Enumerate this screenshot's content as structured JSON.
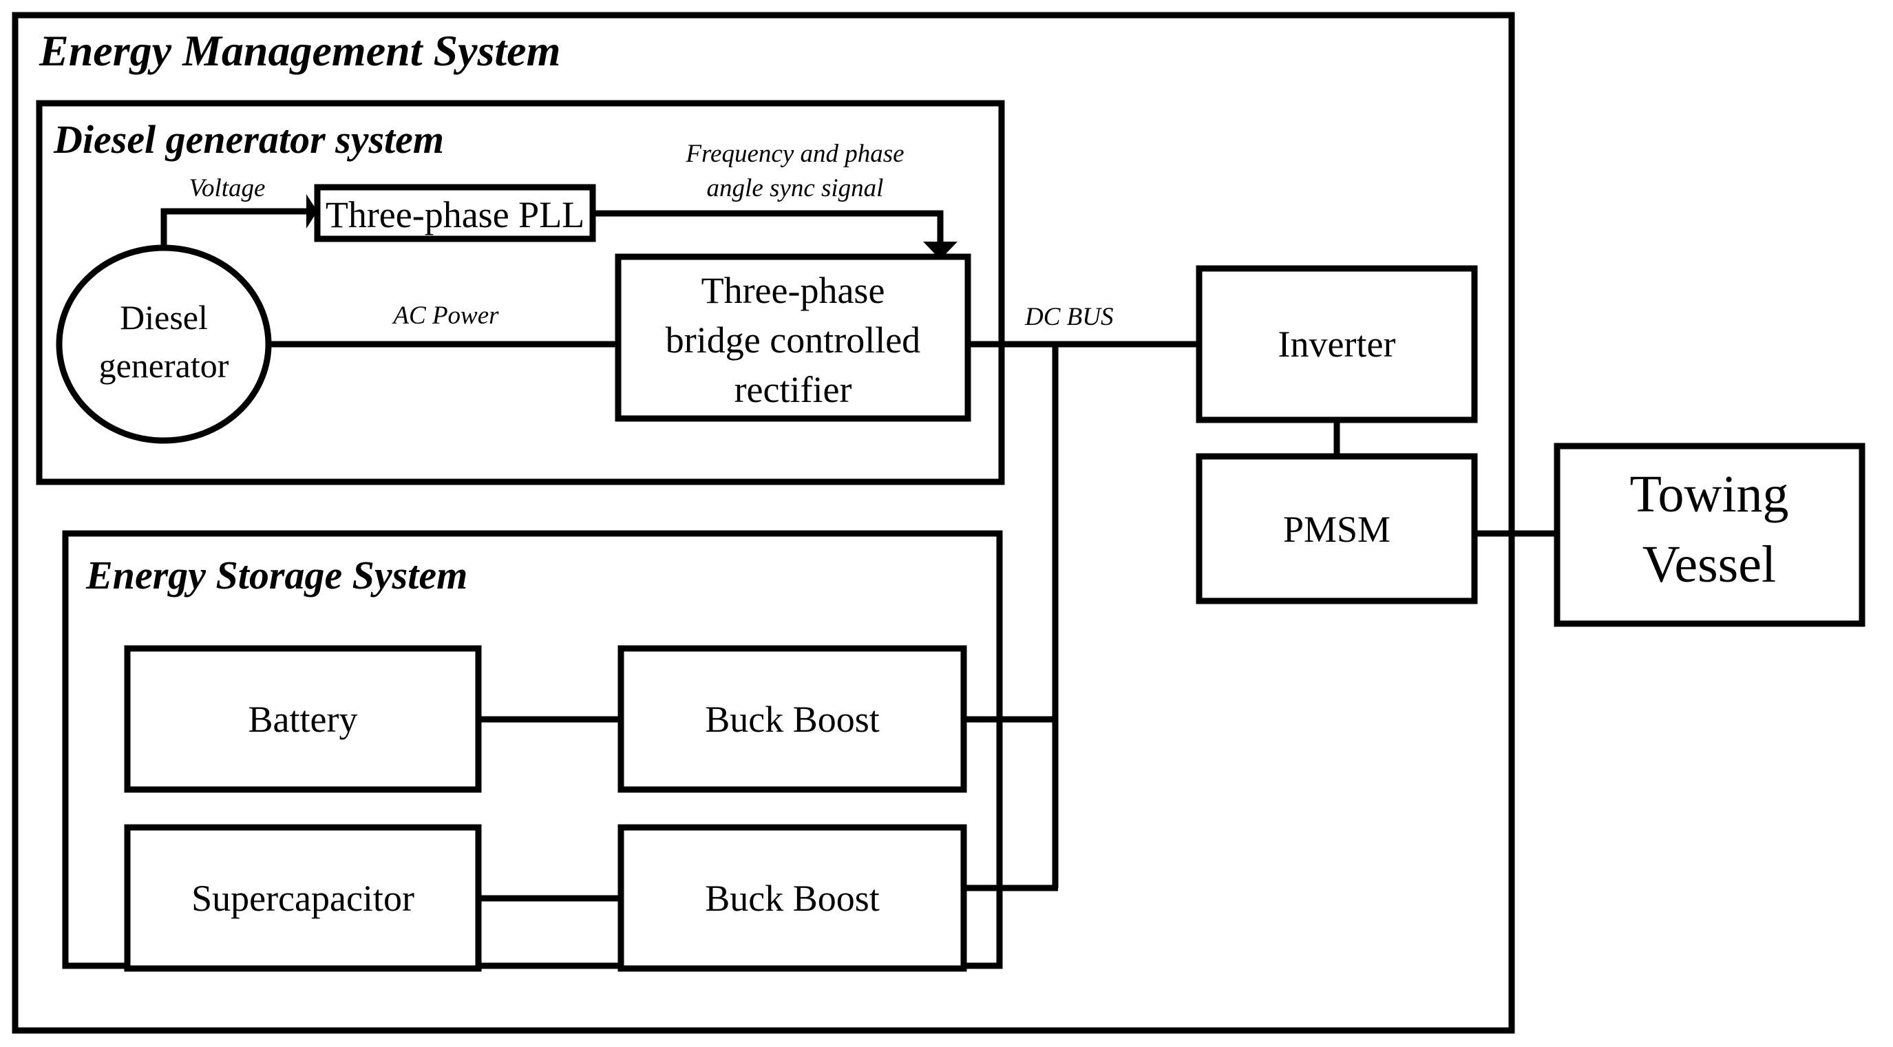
{
  "diagram": {
    "title": "Energy Management System",
    "groups": [
      {
        "id": "diesel-generator-system",
        "title": "Diesel generator system"
      },
      {
        "id": "energy-storage-system",
        "title": "Energy Storage System"
      }
    ],
    "nodes": {
      "diesel_generator_line1": "Diesel",
      "diesel_generator_line2": "generator",
      "three_phase_pll": "Three-phase PLL",
      "rectifier_line1": "Three-phase",
      "rectifier_line2": "bridge controlled",
      "rectifier_line3": "rectifier",
      "inverter": "Inverter",
      "pmsm": "PMSM",
      "towing_vessel_line1": "Towing",
      "towing_vessel_line2": "Vessel",
      "battery": "Battery",
      "supercapacitor": "Supercapacitor",
      "buck_boost_battery": "Buck Boost",
      "buck_boost_supercapacitor": "Buck Boost"
    },
    "edge_labels": {
      "voltage": "Voltage",
      "sync_line1": "Frequency and phase",
      "sync_line2": "angle sync signal",
      "ac_power": "AC Power",
      "dc_bus": "DC BUS"
    },
    "colors": {
      "stroke": "#000000",
      "background": "#ffffff"
    }
  }
}
